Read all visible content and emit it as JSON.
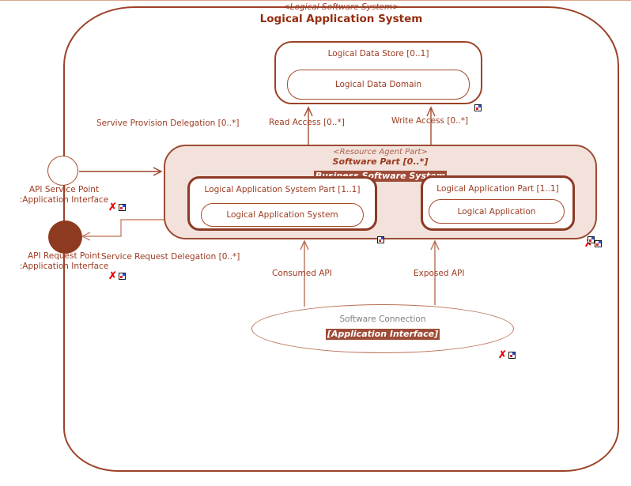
{
  "diagram": {
    "stereotype": "<Logical Software System>",
    "title": "Logical Application System"
  },
  "data_store": {
    "title": "Logical Data Store [0..1]",
    "domain": "Logical Data Domain"
  },
  "software_part": {
    "stereotype": "<Resource Agent Part>",
    "title": "Software Part [0..*]",
    "name": "Business Software System"
  },
  "app_system_part": {
    "title": "Logical Application System Part [1..1]",
    "inner": "Logical Application System"
  },
  "app_part": {
    "title": "Logical Application Part [1..1]",
    "inner": "Logical Application"
  },
  "connection": {
    "name": "Software Connection",
    "interface": "[Application Interface]"
  },
  "ports": {
    "service_name": "API Service Point",
    "service_type": ":Application Interface",
    "request_name": "API Request Point",
    "request_type": ":Application Interface"
  },
  "links": {
    "provision": "Servive Provision Delegation [0..*]",
    "request": "Service Request Delegation [0..*]",
    "read": "Read Access [0..*]",
    "write": "Write Access [0..*]",
    "consumed": "Consumed API",
    "exposed": "Exposed API"
  },
  "icons": {
    "error_x": "✗"
  },
  "colors": {
    "border_dark": "#9C4228",
    "fill_pink": "#F2E2DB",
    "highlight": "#9E4B38",
    "line_salmon": "#C9866C",
    "text_dark": "#9C3A20",
    "text_gray": "#7F7F7F",
    "error_red": "#EE0000"
  }
}
